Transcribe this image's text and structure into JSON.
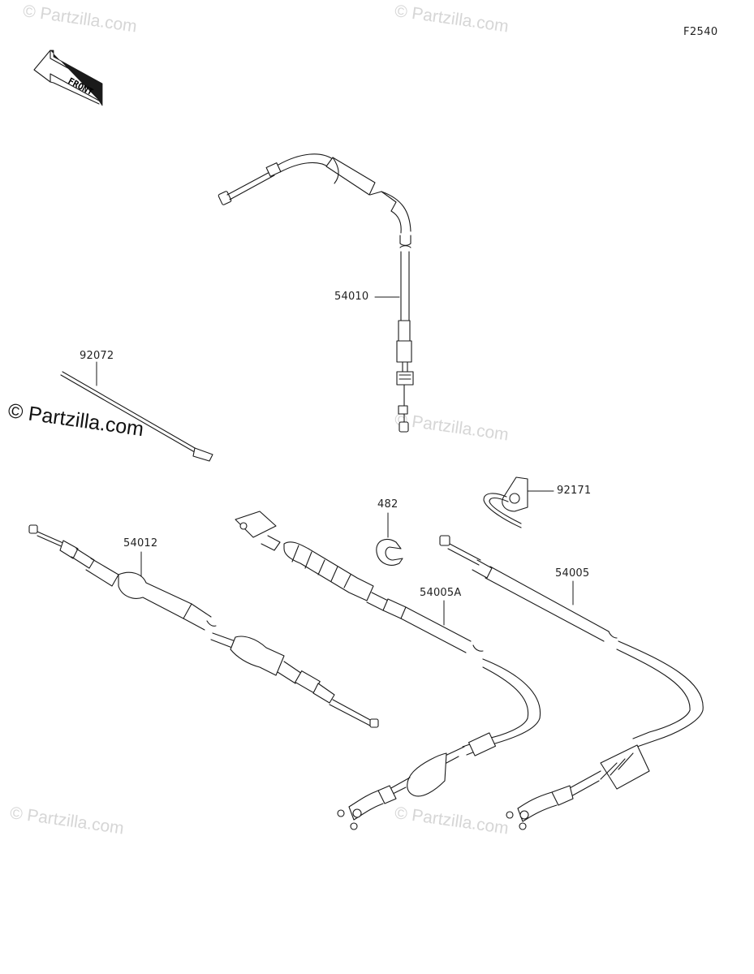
{
  "diagram": {
    "figure_code": "F2540",
    "front_label": "FRONT",
    "watermark_text": "© Partzilla.com",
    "parts": [
      {
        "number": "54010"
      },
      {
        "number": "92072"
      },
      {
        "number": "54012"
      },
      {
        "number": "482"
      },
      {
        "number": "92171"
      },
      {
        "number": "54005A"
      },
      {
        "number": "54005"
      }
    ]
  }
}
